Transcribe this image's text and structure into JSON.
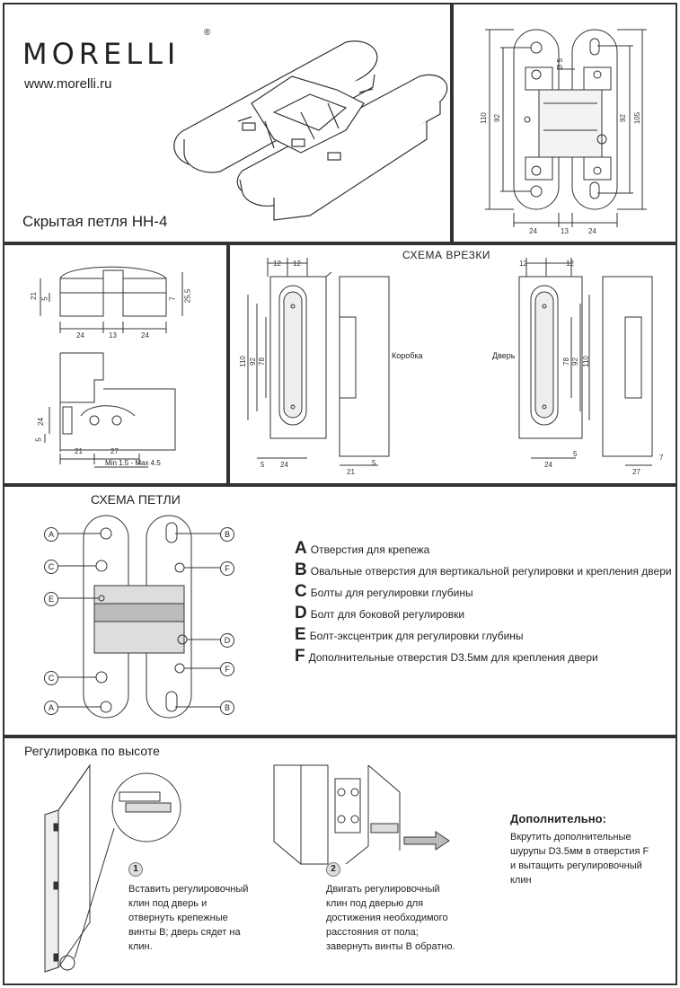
{
  "header": {
    "brand": "MORELLI",
    "reg_mark": "®",
    "website": "www.morelli.ru",
    "product_name": "Скрытая петля НН-4"
  },
  "top_dims": {
    "d110": "110",
    "d92": "92",
    "d105": "105",
    "d92b": "92",
    "phi5": "Ø 5",
    "w24a": "24",
    "w13": "13",
    "w24b": "24"
  },
  "side_dims": {
    "h21": "21",
    "h5": "5",
    "h7": "7",
    "h25_5": "25,5",
    "w24a": "24",
    "w13": "13",
    "w24b": "24",
    "v24": "24",
    "v5": "5",
    "w21": "21",
    "w27": "27",
    "minmax": "Min 1.5 - Max 4.5"
  },
  "cut_scheme": {
    "title": "СХЕМА ВРЕЗКИ",
    "frame_label": "Коробка",
    "door_label": "Дверь",
    "f12a": "12",
    "f12b": "12",
    "f110": "110",
    "f92": "92",
    "f78": "78",
    "f5": "5",
    "f24": "24",
    "f21": "21",
    "f5b": "5",
    "d12a": "12",
    "d12b": "12",
    "d78": "78",
    "d92": "92",
    "d110": "110",
    "d24": "24",
    "d5": "5",
    "d27": "27",
    "d7": "7"
  },
  "hinge_scheme": {
    "title": "СХЕМА ПЕТЛИ",
    "labels_left": [
      "A",
      "C",
      "E",
      "C",
      "A"
    ],
    "labels_right": [
      "B",
      "F",
      "D",
      "F",
      "B"
    ],
    "legend": [
      {
        "letter": "A",
        "text": "Отверстия для крепежа"
      },
      {
        "letter": "B",
        "text": "Овальные отверстия для вертикальной регулировки и крепления двери"
      },
      {
        "letter": "C",
        "text": "Болты для регулировки глубины"
      },
      {
        "letter": "D",
        "text": "Болт для боковой регулировки"
      },
      {
        "letter": "E",
        "text": "Болт-эксцентрик для регулировки глубины"
      },
      {
        "letter": "F",
        "text": "Дополнительные отверстия D3.5мм для крепления двери"
      }
    ]
  },
  "height_adjust": {
    "title": "Регулировка по высоте",
    "step1_num": "1",
    "step1_text": "Вставить регулировочный клин под дверь и отвернуть крепежные винты В; дверь сядет на клин.",
    "step2_num": "2",
    "step2_text": "Двигать регулировочный клин под дверью для достижения необходимого расстояния от пола; завернуть винты В обратно.",
    "extra_title": "Дополнительно:",
    "extra_text": "Вкрутить дополнительные шурупы D3.5мм в отверстия F и вытащить регулировочный клин"
  }
}
